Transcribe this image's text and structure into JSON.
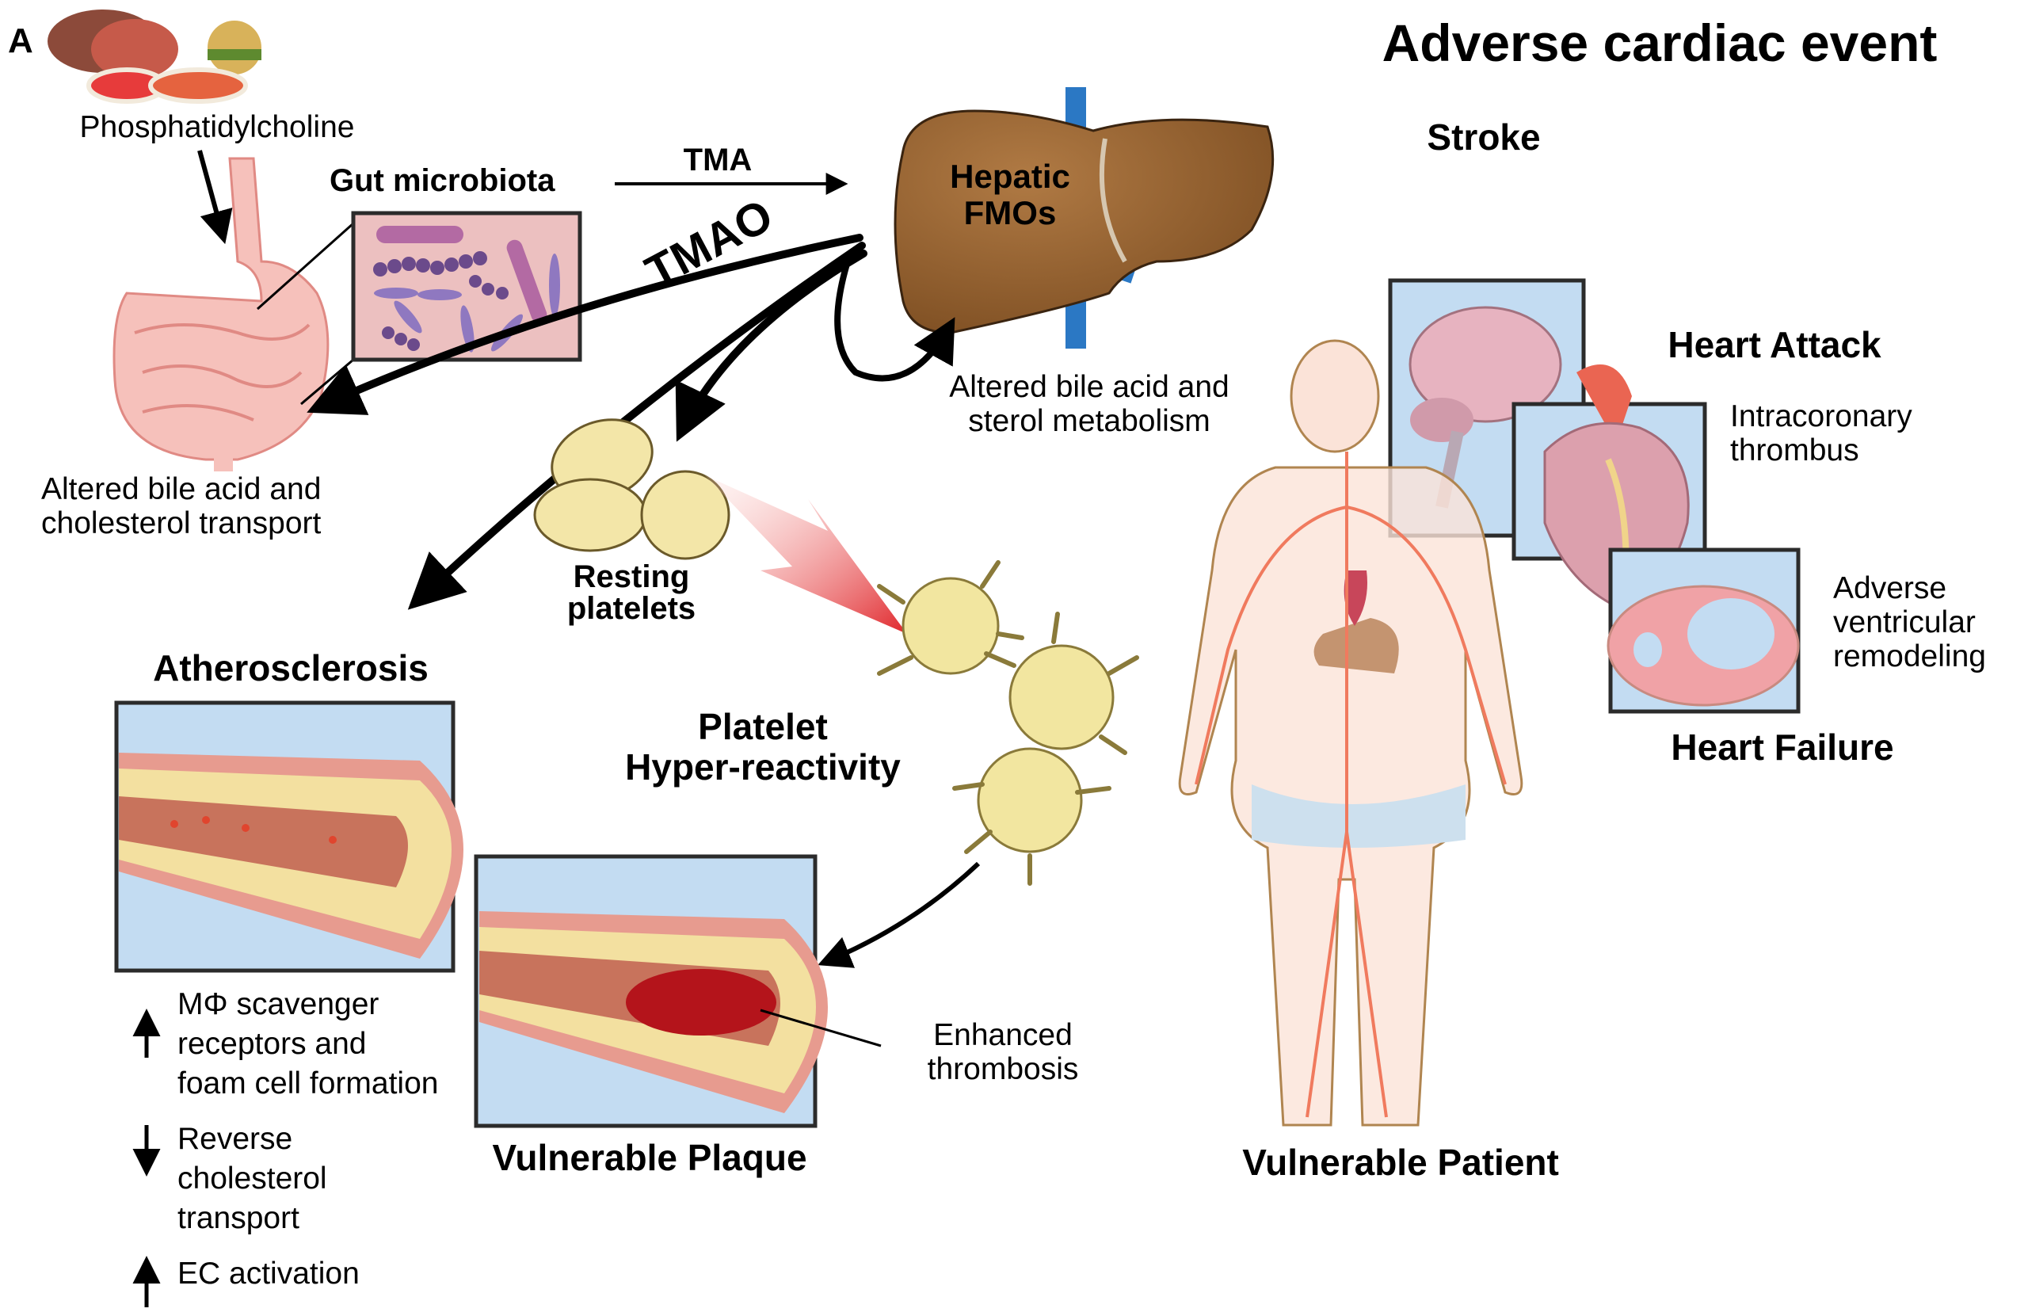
{
  "panel_label": "A",
  "title": "Adverse cardiac event",
  "pathway": {
    "diet_source": "Phosphatidylcholine",
    "gut": "Gut microbiota",
    "tma": "TMA",
    "liver": [
      "Hepatic",
      "FMOs"
    ],
    "tmao": "TMAO",
    "gut_effect": [
      "Altered bile acid and",
      "cholesterol transport"
    ],
    "liver_effect": [
      "Altered bile acid and",
      "sterol metabolism"
    ],
    "resting_platelets": [
      "Resting",
      "platelets"
    ],
    "platelet_reactivity": [
      "Platelet",
      "Hyper-reactivity"
    ]
  },
  "vascular": {
    "atherosclerosis": "Atherosclerosis",
    "vulnerable_plaque": "Vulnerable Plaque",
    "thrombosis": [
      "Enhanced",
      "thrombosis"
    ],
    "effects": [
      {
        "direction": "up",
        "lines": [
          "MΦ  scavenger",
          "receptors and",
          "foam cell formation"
        ]
      },
      {
        "direction": "down",
        "lines": [
          "Reverse",
          "cholesterol",
          "transport"
        ]
      },
      {
        "direction": "up",
        "lines": [
          "EC activation"
        ]
      }
    ]
  },
  "events": {
    "stroke": "Stroke",
    "heart_attack": "Heart Attack",
    "intracoronary": [
      "Intracoronary",
      "thrombus"
    ],
    "remodeling": [
      "Adverse",
      "ventricular",
      "remodeling"
    ],
    "heart_failure": "Heart Failure"
  },
  "patient": "Vulnerable Patient",
  "colors": {
    "liver": "#8b5a2b",
    "gut": "#f4b8b4",
    "box_bg": "#c3dcf2",
    "platelet": "#f3e6a8",
    "red_arrow": "#e0262b",
    "vessel_wall": "#e79b8f",
    "body": "#fbe3d8",
    "artery": "#f07a5e"
  }
}
